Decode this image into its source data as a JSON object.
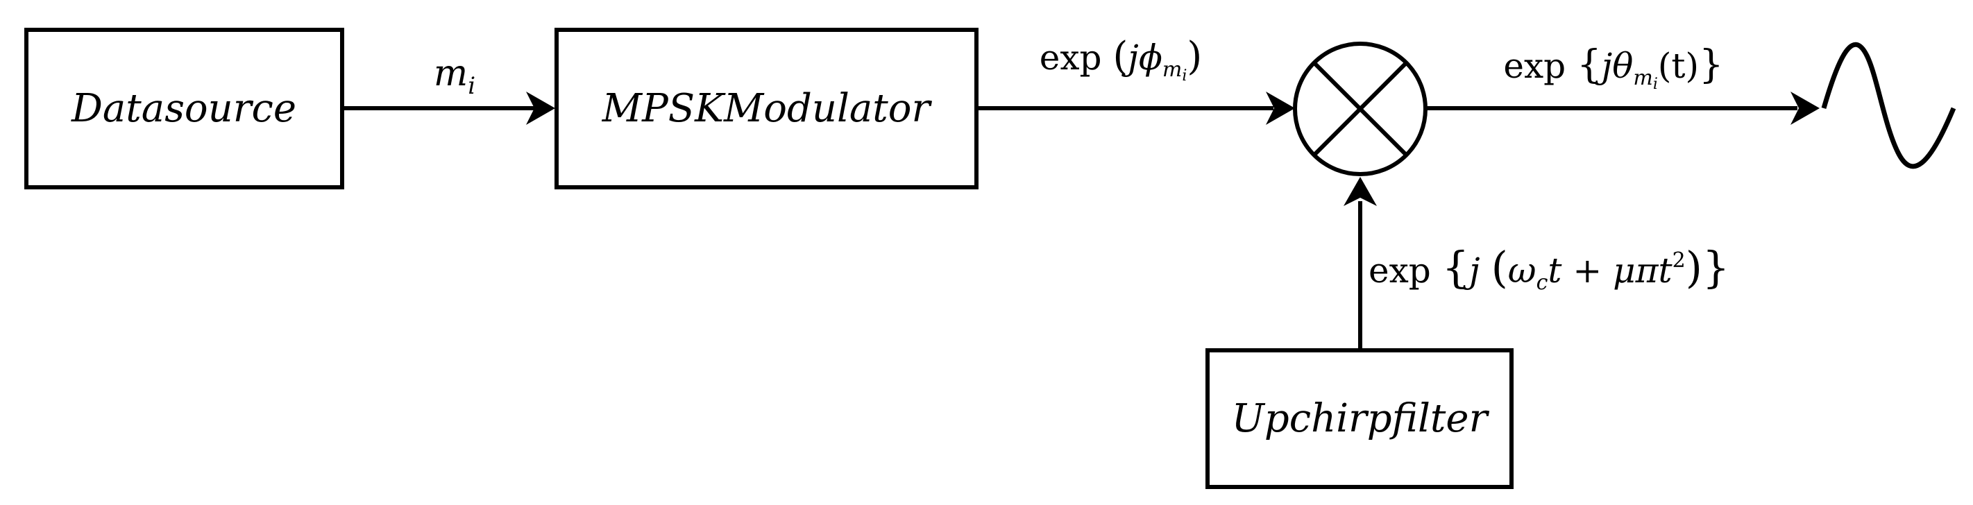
{
  "blocks": {
    "data_source": "Datasource",
    "modulator": "MPSKModulator",
    "upchirp": "Upchirpfilter"
  },
  "signals": {
    "message": {
      "base": "m",
      "sub": "i"
    },
    "modulator_output": {
      "func": "exp",
      "open": "(",
      "j": "j",
      "phi": "ϕ",
      "sub_m": "m",
      "sub_i": "i",
      "close": ")"
    },
    "mixer_output": {
      "func": "exp",
      "open": "{",
      "j": "j",
      "theta": "θ",
      "sub_m": "m",
      "sub_i": "i",
      "arg": "(t)",
      "close": "}"
    },
    "chirp": {
      "func": "exp",
      "open": "{",
      "j": "j",
      "paren_open": "(",
      "omega": "ω",
      "omega_sub": "c",
      "t1": "t",
      "plus": " + ",
      "mu_pi": "μπ",
      "t2": "t",
      "exp2": "2",
      "paren_close": ")",
      "close": "}"
    }
  },
  "icons": {
    "mixer": "multiplier-circle-x-icon",
    "output_wave": "sine-wave-icon"
  }
}
